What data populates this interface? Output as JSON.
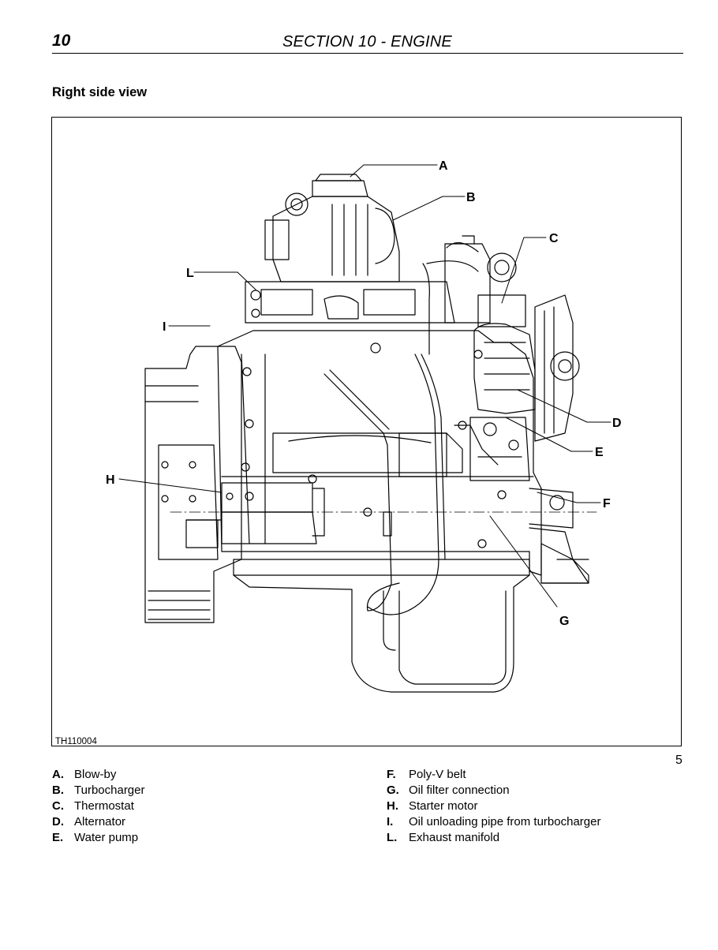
{
  "header": {
    "page_label": "10",
    "section_title": "SECTION 10 - ENGINE"
  },
  "figure": {
    "title": "Right side view",
    "figure_id": "TH110004",
    "callouts": [
      "A",
      "B",
      "C",
      "D",
      "E",
      "F",
      "G",
      "H",
      "I",
      "L"
    ]
  },
  "legend": {
    "left": [
      {
        "key": "A.",
        "text": "Blow-by"
      },
      {
        "key": "B.",
        "text": "Turbocharger"
      },
      {
        "key": "C.",
        "text": "Thermostat"
      },
      {
        "key": "D.",
        "text": "Alternator"
      },
      {
        "key": "E.",
        "text": "Water pump"
      }
    ],
    "right": [
      {
        "key": "F.",
        "text": "Poly-V belt"
      },
      {
        "key": "G.",
        "text": "Oil filter connection"
      },
      {
        "key": "H.",
        "text": "Starter motor"
      },
      {
        "key": "I.",
        "text": "Oil unloading pipe from turbocharger"
      },
      {
        "key": "L.",
        "text": "Exhaust manifold"
      }
    ]
  },
  "page_number": "5"
}
